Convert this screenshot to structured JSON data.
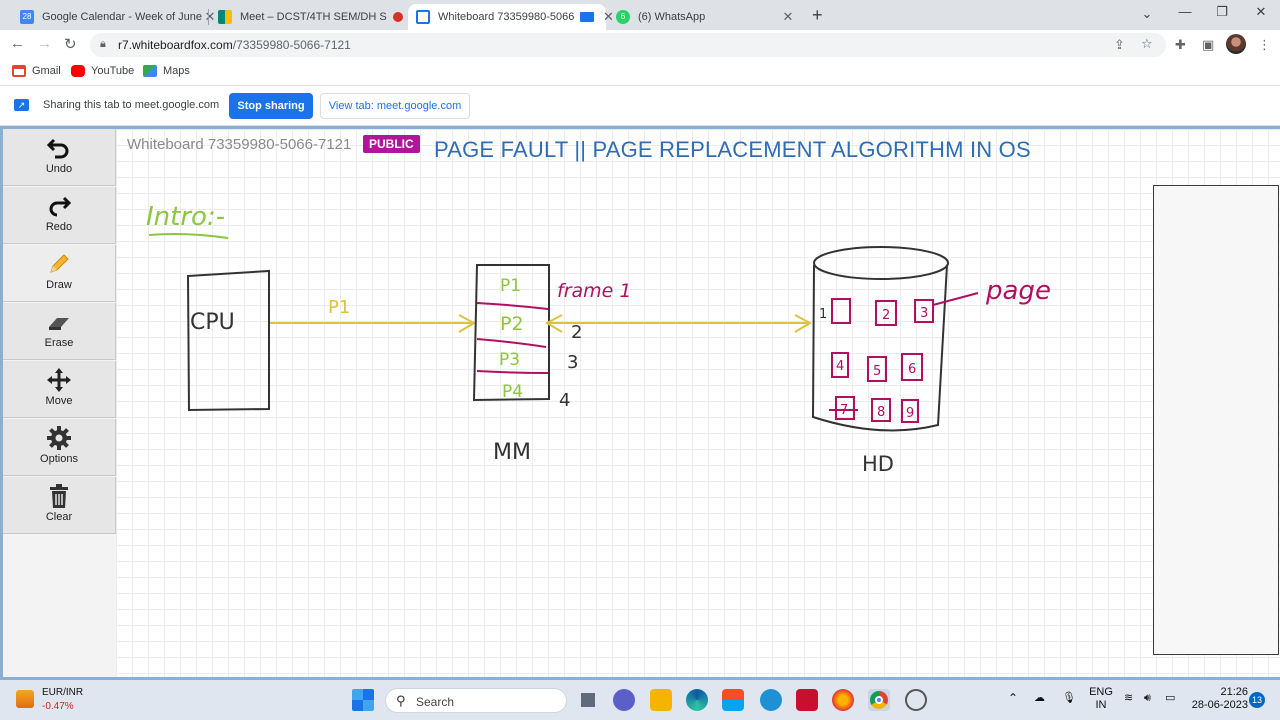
{
  "browser": {
    "tabs": [
      {
        "title": "Google Calendar - Week of June",
        "icon": "calendar-icon",
        "color": "#4285f4"
      },
      {
        "title": "Meet – DCST/4TH SEM/DH S",
        "icon": "meet-icon",
        "color": "#00897b"
      },
      {
        "title": "Whiteboard 73359980-5066",
        "icon": "whiteboard-icon",
        "color": "#1a73e8"
      },
      {
        "title": "(6) WhatsApp",
        "icon": "whatsapp-icon",
        "color": "#25d366"
      }
    ],
    "url_host": "r7.whiteboardfox.com",
    "url_path": "/73359980-5066-7121",
    "bookmarks": [
      {
        "label": "Gmail",
        "icon": "gmail-icon",
        "color": "#ea4335"
      },
      {
        "label": "YouTube",
        "icon": "youtube-icon",
        "color": "#ff0000"
      },
      {
        "label": "Maps",
        "icon": "maps-icon",
        "color": "#34a853"
      }
    ]
  },
  "sharebar": {
    "text": "Sharing this tab to meet.google.com",
    "stop_label": "Stop sharing",
    "view_label": "View tab: meet.google.com"
  },
  "tools": [
    {
      "label": "Undo",
      "icon": "undo-icon"
    },
    {
      "label": "Redo",
      "icon": "redo-icon"
    },
    {
      "label": "Draw",
      "icon": "pencil-icon"
    },
    {
      "label": "Erase",
      "icon": "eraser-icon"
    },
    {
      "label": "Move",
      "icon": "move-icon"
    },
    {
      "label": "Options",
      "icon": "gear-icon"
    },
    {
      "label": "Clear",
      "icon": "trash-icon"
    }
  ],
  "whiteboard": {
    "id_label": "Whiteboard 73359980-5066-7121",
    "badge": "PUBLIC",
    "title": "PAGE FAULT || PAGE REPLACEMENT ALGORITHM IN OS",
    "sketch": {
      "intro": "Intro:-",
      "cpu": "CPU",
      "arrow_label": "P1",
      "mm_slots": [
        "P1",
        "P2",
        "P3",
        "P4"
      ],
      "frame_labels": [
        "frame 1",
        "2",
        "3",
        "4"
      ],
      "mm_label": "MM",
      "hd_label": "HD",
      "page_label": "page",
      "hd_pages": [
        "1",
        "2",
        "3",
        "4",
        "5",
        "6",
        "7",
        "8",
        "9"
      ],
      "colors": {
        "ink": "#333333",
        "green": "#8cc63e",
        "magenta": "#b0105f",
        "arrow": "#e0c040"
      }
    }
  },
  "taskbar": {
    "ticker_name": "EUR/INR",
    "ticker_value": "-0.47%",
    "search": "Search",
    "lang": "ENG",
    "region": "IN",
    "time": "21:26",
    "date": "28-06-2023",
    "notifications": "13"
  }
}
